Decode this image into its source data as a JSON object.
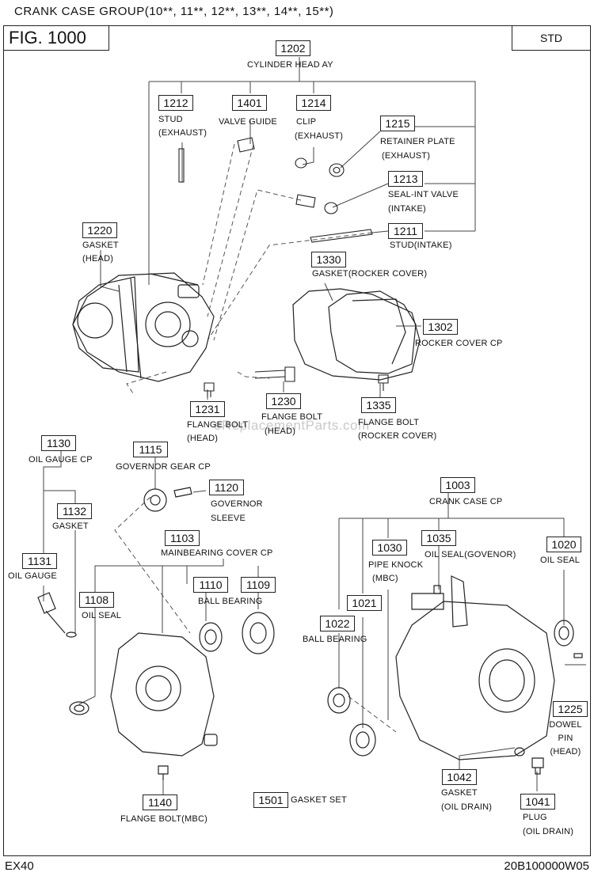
{
  "header": {
    "title": "CRANK CASE GROUP(10**, 11**, 12**, 13**, 14**, 15**)",
    "fig": "FIG. 1000",
    "std": "STD"
  },
  "footer": {
    "model": "EX40",
    "code": "20B100000W05"
  },
  "watermark": "eReplacementParts.com",
  "parts": [
    {
      "no": "1202",
      "l1": "CYLINDER HEAD AY",
      "l2": ""
    },
    {
      "no": "1212",
      "l1": "STUD",
      "l2": "(EXHAUST)"
    },
    {
      "no": "1401",
      "l1": "VALVE GUIDE",
      "l2": ""
    },
    {
      "no": "1214",
      "l1": "CLIP",
      "l2": "(EXHAUST)"
    },
    {
      "no": "1215",
      "l1": "RETAINER PLATE",
      "l2": "(EXHAUST)"
    },
    {
      "no": "1213",
      "l1": "SEAL-INT VALVE",
      "l2": "(INTAKE)"
    },
    {
      "no": "1211",
      "l1": "STUD(INTAKE)",
      "l2": ""
    },
    {
      "no": "1220",
      "l1": "GASKET",
      "l2": "(HEAD)"
    },
    {
      "no": "1330",
      "l1": "GASKET(ROCKER COVER)",
      "l2": ""
    },
    {
      "no": "1302",
      "l1": "ROCKER COVER CP",
      "l2": ""
    },
    {
      "no": "1231",
      "l1": "FLANGE BOLT",
      "l2": "(HEAD)"
    },
    {
      "no": "1230",
      "l1": "FLANGE BOLT",
      "l2": "(HEAD)"
    },
    {
      "no": "1335",
      "l1": "FLANGE BOLT",
      "l2": "(ROCKER COVER)"
    },
    {
      "no": "1130",
      "l1": "OIL GAUGE CP",
      "l2": ""
    },
    {
      "no": "1132",
      "l1": "GASKET",
      "l2": ""
    },
    {
      "no": "1131",
      "l1": "OIL GAUGE",
      "l2": ""
    },
    {
      "no": "1115",
      "l1": "GOVERNOR GEAR CP",
      "l2": ""
    },
    {
      "no": "1120",
      "l1": "GOVERNOR",
      "l2": "SLEEVE"
    },
    {
      "no": "1103",
      "l1": "MAINBEARING COVER CP",
      "l2": ""
    },
    {
      "no": "1108",
      "l1": "OIL SEAL",
      "l2": ""
    },
    {
      "no": "1110",
      "l1": "BALL BEARING",
      "l2": ""
    },
    {
      "no": "1109",
      "l1": "",
      "l2": ""
    },
    {
      "no": "1140",
      "l1": "FLANGE BOLT(MBC)",
      "l2": ""
    },
    {
      "no": "1501",
      "l1": "GASKET SET",
      "l2": ""
    },
    {
      "no": "1003",
      "l1": "CRANK CASE CP",
      "l2": ""
    },
    {
      "no": "1035",
      "l1": "OIL SEAL(GOVENOR)",
      "l2": ""
    },
    {
      "no": "1030",
      "l1": "PIPE KNOCK",
      "l2": "(MBC)"
    },
    {
      "no": "1020",
      "l1": "OIL SEAL",
      "l2": ""
    },
    {
      "no": "1022",
      "l1": "BALL BEARING",
      "l2": ""
    },
    {
      "no": "1021",
      "l1": "",
      "l2": ""
    },
    {
      "no": "1225",
      "l1": "DOWEL",
      "l2": "PIN",
      "l3": "(HEAD)"
    },
    {
      "no": "1042",
      "l1": "GASKET",
      "l2": "(OIL DRAIN)"
    },
    {
      "no": "1041",
      "l1": "PLUG",
      "l2": "(OIL DRAIN)"
    }
  ]
}
